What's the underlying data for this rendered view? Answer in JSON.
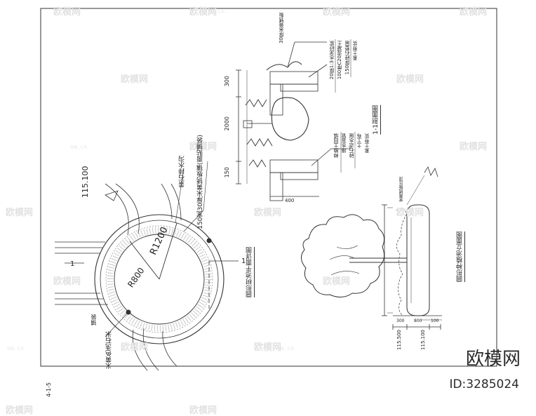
{
  "watermark": {
    "text": "欧模网",
    "url": "om.cn"
  },
  "brand": {
    "name": "欧模网",
    "id": "ID:3285024"
  },
  "plan": {
    "elevation": "115.100",
    "r_outer": "R1200",
    "r_inner": "R800",
    "curb_note": "150宽30厚米黄锈板镶(面贴铺装)",
    "stone_note": "景石排水沟",
    "pave_note": "米黄色洗石米",
    "tag_left": "铺装",
    "grid": "4-1-5",
    "section_mark": "1",
    "title": "圆形树池平面详图"
  },
  "section": {
    "title": "1-1剖面图",
    "dims": [
      "2000",
      "300",
      "150",
      "400"
    ],
    "notes_top": [
      "30厚米黄锈板",
      "20厚1:3水泥砂浆",
      "100厚C20混凝土",
      "150厚碎石垫层",
      "素土夯实"
    ],
    "notes_right": [
      "种植土回填",
      "排水盲管",
      "碎石滤水层",
      "土工布",
      "素土夯实"
    ]
  },
  "elevation_view": {
    "title": "圆形种植池立面图",
    "dims": [
      "115.500",
      "115.100",
      "300",
      "800",
      "100"
    ],
    "callout": "米黄锈板压顶"
  }
}
